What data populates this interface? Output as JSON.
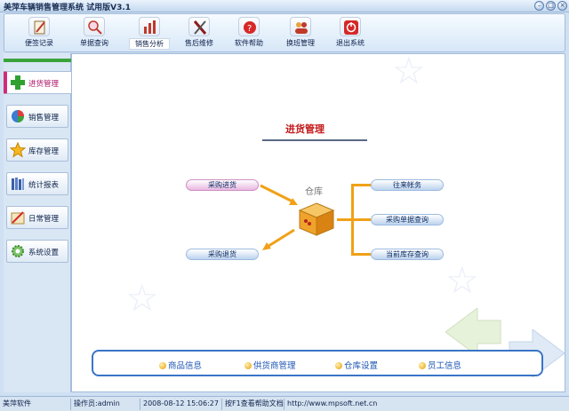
{
  "window": {
    "title": "美萍车辆销售管理系统 试用版V3.1"
  },
  "toolbar": {
    "buttons": [
      {
        "label": "便签记录",
        "icon": "notepad-icon"
      },
      {
        "label": "单据查询",
        "icon": "magnifier-icon"
      },
      {
        "label": "销售分析",
        "icon": "bar-chart-icon"
      },
      {
        "label": "售后维修",
        "icon": "tools-icon"
      },
      {
        "label": "软件帮助",
        "icon": "help-icon"
      },
      {
        "label": "换班管理",
        "icon": "users-icon"
      },
      {
        "label": "退出系统",
        "icon": "power-icon"
      }
    ]
  },
  "sidebar": {
    "items": [
      {
        "label": "进货管理",
        "icon": "plus-icon"
      },
      {
        "label": "销售管理",
        "icon": "pie-chart-icon"
      },
      {
        "label": "库存管理",
        "icon": "star-icon"
      },
      {
        "label": "统计报表",
        "icon": "books-icon"
      },
      {
        "label": "日常管理",
        "icon": "calendar-tools-icon"
      },
      {
        "label": "系统设置",
        "icon": "gear-icon"
      }
    ]
  },
  "main": {
    "title": "进货管理",
    "hub_label": "仓库",
    "left_links": {
      "purchase": "采购进货",
      "return": "采购退货"
    },
    "right_links": {
      "accounts": "往来帐务",
      "order_query": "采购单据查询",
      "stock_query": "当前库存查询"
    },
    "bottom_links": [
      "商品信息",
      "供货商管理",
      "仓库设置",
      "员工信息"
    ]
  },
  "statusbar": {
    "company": "美萍软件",
    "operator": "操作员:admin",
    "datetime": "2008-08-12 15:06:27",
    "help_hint": "按F1查看帮助文档",
    "website": "http://www.mpsoft.net.cn"
  },
  "colors": {
    "accent": "#d02b7a",
    "title_red": "#c41a1a",
    "connector": "#f0a117",
    "link_blue": "#1d56b2"
  }
}
